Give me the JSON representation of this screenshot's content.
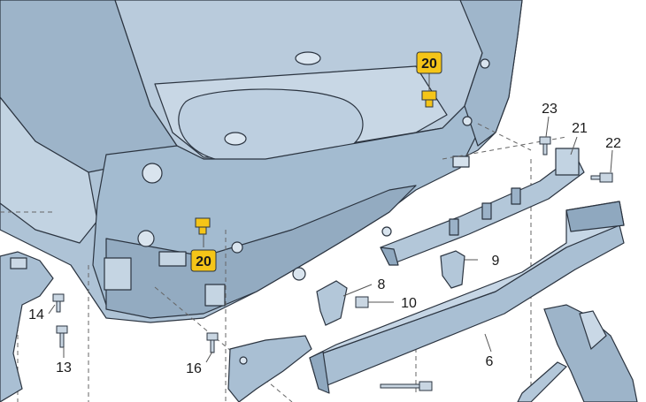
{
  "diagram": {
    "callouts": [
      {
        "id": "c20a",
        "text": "20",
        "highlighted": true
      },
      {
        "id": "c20b",
        "text": "20",
        "highlighted": true
      },
      {
        "id": "c23",
        "text": "23",
        "highlighted": false
      },
      {
        "id": "c21",
        "text": "21",
        "highlighted": false
      },
      {
        "id": "c22",
        "text": "22",
        "highlighted": false
      },
      {
        "id": "c9",
        "text": "9",
        "highlighted": false
      },
      {
        "id": "c8",
        "text": "8",
        "highlighted": false
      },
      {
        "id": "c10",
        "text": "10",
        "highlighted": false
      },
      {
        "id": "c14",
        "text": "14",
        "highlighted": false
      },
      {
        "id": "c13",
        "text": "13",
        "highlighted": false
      },
      {
        "id": "c16",
        "text": "16",
        "highlighted": false
      },
      {
        "id": "c6",
        "text": "6",
        "highlighted": false
      }
    ],
    "colors": {
      "body_fill": "#aec3d6",
      "body_dark": "#8ea6bc",
      "body_light": "#c9d8e6",
      "outline": "#2b3440",
      "highlight": "#f5c518",
      "leader": "#555555"
    }
  }
}
